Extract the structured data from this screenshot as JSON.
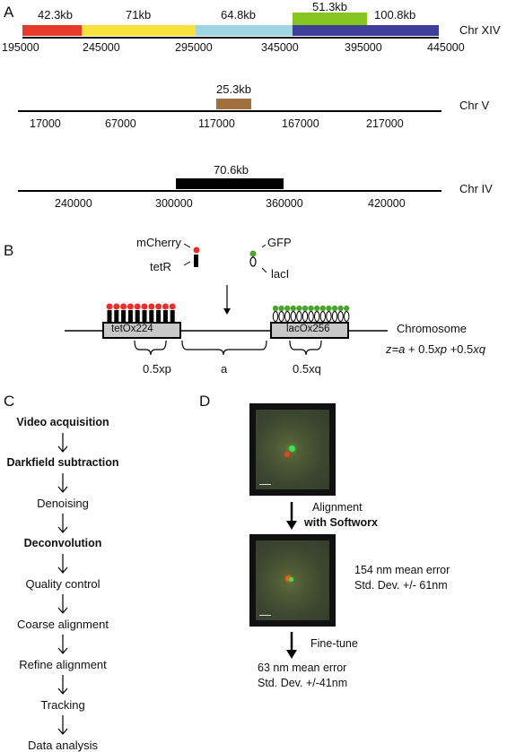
{
  "panel_a": {
    "letter": "A",
    "chr14": {
      "label": "Chr XIV",
      "segments": [
        {
          "label": "42.3kb",
          "color": "#e83a2b"
        },
        {
          "label": "71kb",
          "color": "#f7e13a"
        },
        {
          "label": "64.8kb",
          "color": "#9fd6e2"
        },
        {
          "label": "100.8kb",
          "color": "#3e3f98"
        }
      ],
      "overlay": {
        "label": "51.3kb",
        "color": "#86c41f"
      },
      "ticks": [
        "195000",
        "245000",
        "295000",
        "345000",
        "395000",
        "445000"
      ]
    },
    "chr5": {
      "label": "Chr V",
      "region": {
        "label": "25.3kb",
        "color": "#a0703e"
      },
      "ticks": [
        "17000",
        "67000",
        "117000",
        "167000",
        "217000"
      ]
    },
    "chr4": {
      "label": "Chr IV",
      "region": {
        "label": "70.6kb",
        "color": "#000000"
      },
      "ticks": [
        "240000",
        "300000",
        "360000",
        "420000"
      ]
    }
  },
  "panel_b": {
    "letter": "B",
    "mcherry": "mCherry",
    "tetr": "tetR",
    "gfp": "GFP",
    "laci": "lacI",
    "tet_array": "tetOx224",
    "lac_array": "lacOx256",
    "chromosome": "Chromosome",
    "dist_left": "0.5xp",
    "dist_mid": "a",
    "dist_right": "0.5xq",
    "formula": {
      "z": "z",
      "eq_a": "=a",
      "plus1": " + 0.5",
      "xp": "xp",
      "plus2": " +0.5",
      "xq": "xq"
    },
    "colors": {
      "red": "#e8302a",
      "green": "#4aa52b"
    }
  },
  "panel_c": {
    "letter": "C",
    "steps": [
      {
        "label": "Video acquisition",
        "bold": true
      },
      {
        "label": "Darkfield subtraction",
        "bold": true
      },
      {
        "label": "Denoising",
        "bold": false
      },
      {
        "label": "Deconvolution",
        "bold": true
      },
      {
        "label": "Quality control",
        "bold": false
      },
      {
        "label": "Coarse alignment",
        "bold": false
      },
      {
        "label": "Refine alignment",
        "bold": false
      },
      {
        "label": "Tracking",
        "bold": false
      },
      {
        "label": "Data analysis",
        "bold": false
      }
    ]
  },
  "panel_d": {
    "letter": "D",
    "alignment": "Alignment",
    "with_softworx": "with Softworx",
    "error1": "154 nm mean error",
    "sd1": "Std. Dev. +/- 61nm",
    "finetune": "Fine-tune",
    "error2": "63 nm mean error",
    "sd2": "Std. Dev. +/-41nm"
  }
}
